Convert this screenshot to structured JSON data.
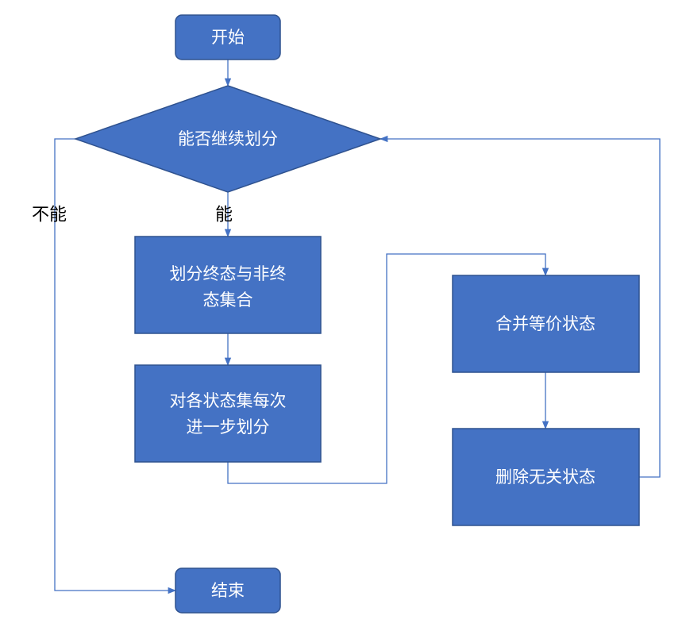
{
  "flowchart": {
    "colors": {
      "node_fill": "#4472c4",
      "node_stroke": "#2f528f",
      "node_text": "#ffffff",
      "edge": "#4472c4",
      "label_text": "#000000"
    },
    "nodes": {
      "start": {
        "shape": "terminal",
        "text": "开始"
      },
      "decision": {
        "shape": "decision",
        "text": "能否继续划分"
      },
      "split_final": {
        "shape": "process",
        "line1": "划分终态与非终",
        "line2": "态集合"
      },
      "split_each": {
        "shape": "process",
        "line1": "对各状态集每次",
        "line2": "进一步划分"
      },
      "merge": {
        "shape": "process",
        "text": "合并等价状态"
      },
      "remove": {
        "shape": "process",
        "text": "删除无关状态"
      },
      "end": {
        "shape": "terminal",
        "text": "结束"
      }
    },
    "edges": [
      {
        "from": "start",
        "to": "decision",
        "label": ""
      },
      {
        "from": "decision",
        "to": "split_final",
        "label": "能"
      },
      {
        "from": "decision",
        "to": "end",
        "label": "不能"
      },
      {
        "from": "split_final",
        "to": "split_each",
        "label": ""
      },
      {
        "from": "split_each",
        "to": "merge",
        "label": ""
      },
      {
        "from": "merge",
        "to": "remove",
        "label": ""
      },
      {
        "from": "remove",
        "to": "decision",
        "label": ""
      }
    ],
    "labels": {
      "yes": "能",
      "no": "不能"
    }
  }
}
